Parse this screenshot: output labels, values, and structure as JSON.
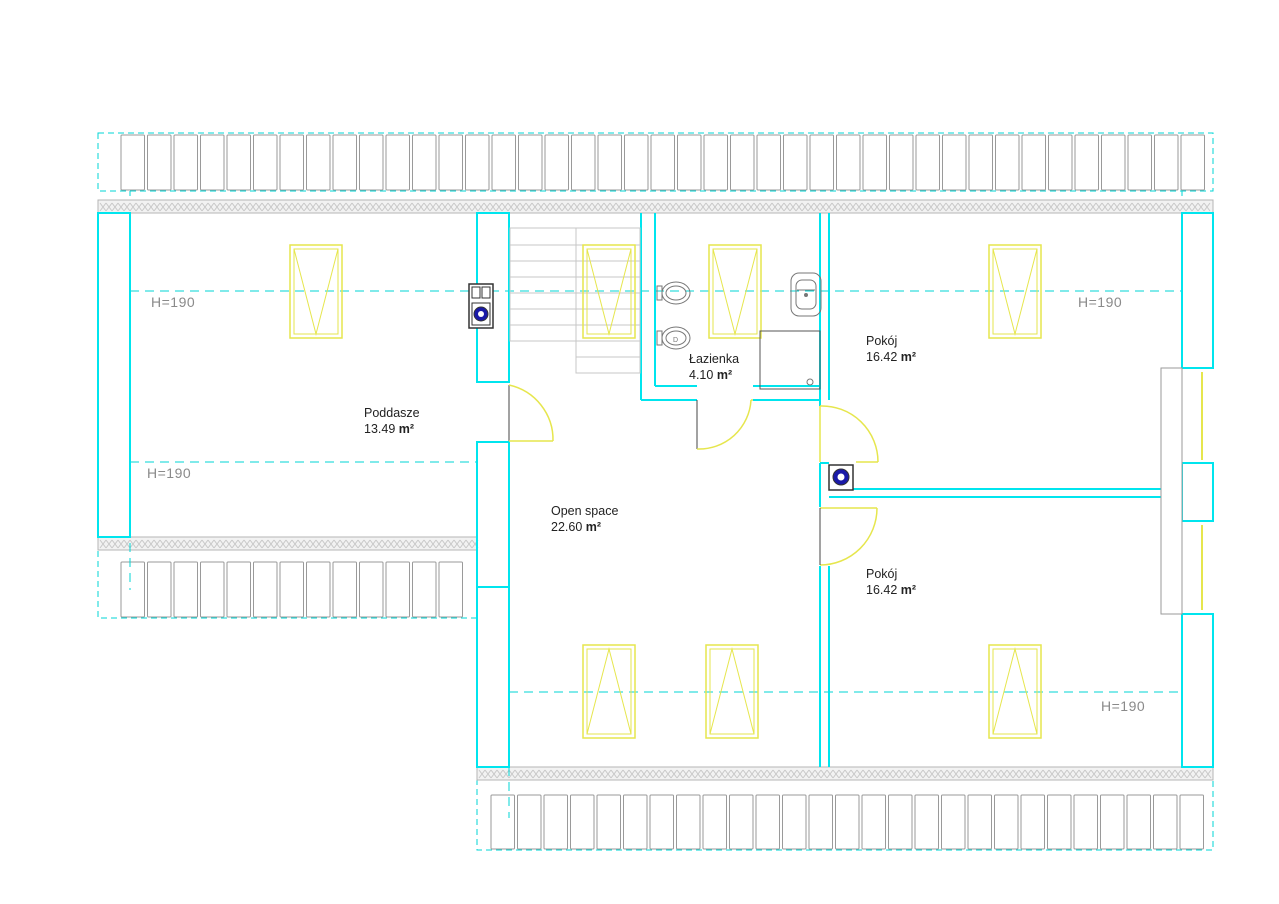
{
  "rooms": {
    "poddasze": {
      "name": "Poddasze",
      "area": "13.49",
      "unit": "m²"
    },
    "open_space": {
      "name": "Open space",
      "area": "22.60",
      "unit": "m²"
    },
    "lazienka": {
      "name": "Łazienka",
      "area": "4.10",
      "unit": "m²"
    },
    "pokoj_upper": {
      "name": "Pokój",
      "area": "16.42",
      "unit": "m²"
    },
    "pokoj_lower": {
      "name": "Pokój",
      "area": "16.42",
      "unit": "m²"
    }
  },
  "height_labels": [
    "H=190",
    "H=190",
    "H=190",
    "H=190"
  ],
  "colors": {
    "wall": "#00e5ee",
    "dashed_line": "#00d6d6",
    "window": "#e6e64d",
    "roof_tiles": "#9a9a9a",
    "fixtures": "#777777",
    "chimney_blue": "#1a1aa8",
    "text": "#222222",
    "height_text": "#8a8a8a"
  }
}
